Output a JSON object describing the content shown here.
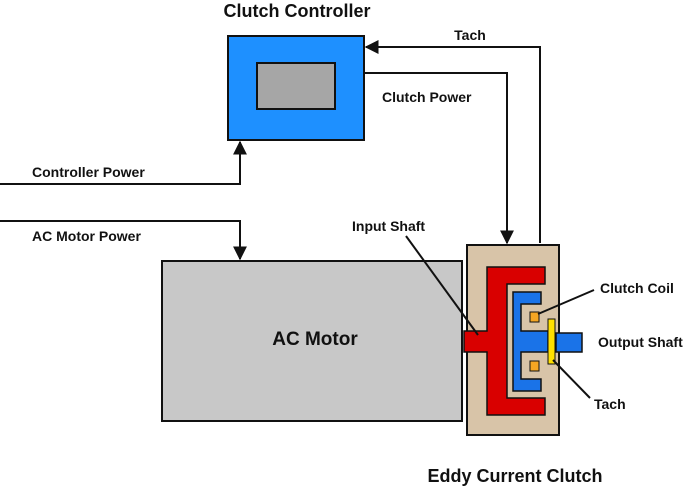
{
  "labels": {
    "controller_title": "Clutch Controller",
    "tach_top": "Tach",
    "clutch_power": "Clutch Power",
    "controller_power": "Controller Power",
    "ac_motor_power": "AC Motor Power",
    "input_shaft": "Input Shaft",
    "clutch_coil": "Clutch Coil",
    "output_shaft": "Output Shaft",
    "tach_bottom": "Tach",
    "ac_motor": "AC Motor",
    "clutch_title": "Eddy Current Clutch"
  },
  "colors": {
    "controller": "#1e90ff",
    "display": "#a6a6a6",
    "motor": "#c8c8c8",
    "housing": "#d8c4a8",
    "drum": "#d90000",
    "rotor": "#1a73e8",
    "coil": "#f5a623",
    "tach_disk": "#ffe000",
    "wire": "#111111"
  }
}
